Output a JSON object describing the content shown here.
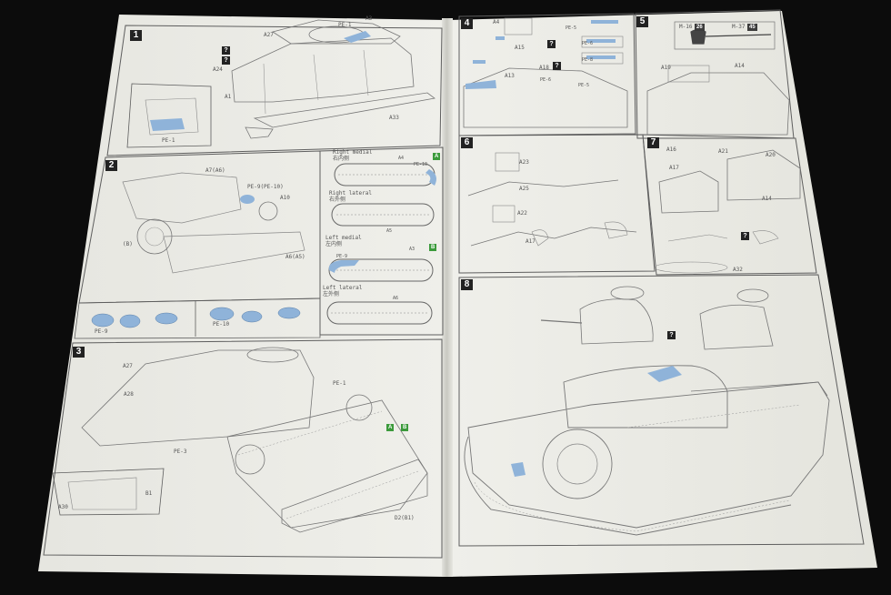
{
  "scene": {
    "colors": {
      "background": "#0c0c0c",
      "paper": "#eeeeea",
      "line": "#6a6a6a",
      "accent": "#8fb3d9",
      "dark_tag": "#222222",
      "green_tag": "#3b9a3b"
    }
  },
  "steps": [
    {
      "number": "1",
      "labels": {
        "pe1_top": "PE-1",
        "a27": "A27",
        "a3": "A3",
        "a24": "A24",
        "a1": "A1",
        "a33": "A33",
        "pe1_inset": "PE-1"
      }
    },
    {
      "number": "2",
      "labels": {
        "a7a6": "A7(A6)",
        "pe9pe10": "PE-9(PE-10)",
        "a10": "A10",
        "a6a5": "A6(A5)",
        "b9": "(B)",
        "pe9": "PE-9",
        "pe10": "PE-10"
      }
    },
    {
      "number": "3",
      "labels": {
        "a27": "A27",
        "a28": "A28",
        "pe1": "PE-1",
        "pe3": "PE-3",
        "a30": "A30",
        "b1": "B1",
        "bottom": "D2(B1)"
      }
    },
    {
      "number": "4",
      "labels": {
        "a4": "A4",
        "a13": "A13",
        "a15": "A15",
        "a18": "A18",
        "pe5a": "PE-5",
        "pe6": "PE-6",
        "pe8": "PE-8",
        "pe5b": "PE-5",
        "pe_top": "PE-6"
      }
    },
    {
      "number": "5",
      "labels": {
        "m16": "M-16",
        "m16_count": "26",
        "m37": "M-37",
        "m37_count": "45",
        "a19": "A19",
        "a14": "A14"
      }
    },
    {
      "number": "6",
      "labels": {
        "a23": "A23",
        "a25": "A25",
        "a22": "A22",
        "a17": "A17"
      }
    },
    {
      "number": "7",
      "labels": {
        "a16": "A16",
        "a21": "A21",
        "a20": "A20",
        "a17": "A17",
        "a14": "A14",
        "a32": "A32"
      }
    },
    {
      "number": "8",
      "labels": {}
    }
  ],
  "track_panel": {
    "right_medial_en": "Right medial",
    "right_medial_zh": "右内侧",
    "right_lateral_en": "Right lateral",
    "right_lateral_zh": "右外侧",
    "left_medial_en": "Left medial",
    "left_medial_zh": "左内侧",
    "left_lateral_en": "Left lateral",
    "left_lateral_zh": "左外侧",
    "badge_a": "A",
    "badge_b": "B",
    "parts": {
      "a4": "A4",
      "pe10": "PE-10",
      "a5": "A5",
      "a3": "A3",
      "pe9": "PE-9",
      "a6": "A6"
    }
  },
  "legend_tags": {
    "a": "A",
    "b": "B",
    "q": "?"
  }
}
